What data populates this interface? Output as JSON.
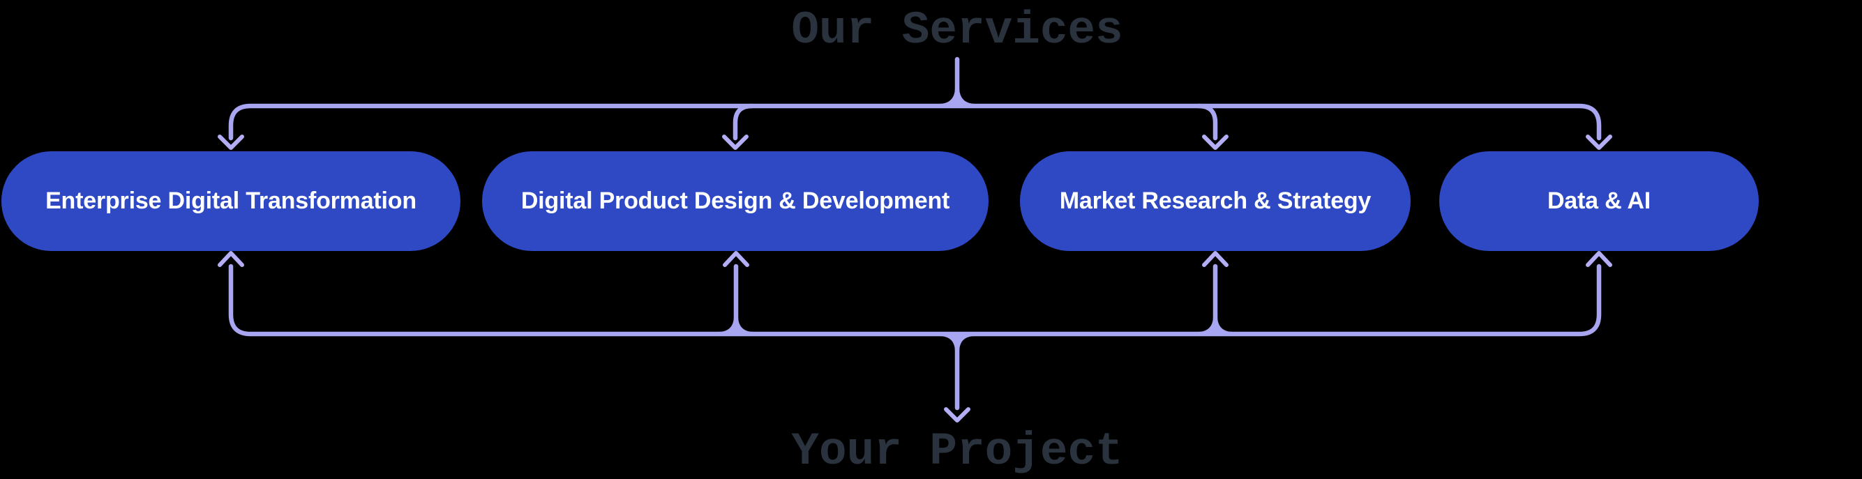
{
  "diagram": {
    "title": "Our Services",
    "footer": "Your Project",
    "services": [
      {
        "label": "Enterprise Digital Transformation"
      },
      {
        "label": "Digital Product Design & Development"
      },
      {
        "label": "Market Research & Strategy"
      },
      {
        "label": "Data & AI"
      }
    ],
    "icons": [
      "arrow-down-icon",
      "arrow-up-icon"
    ],
    "colors": {
      "background": "#000000",
      "pill_fill": "#2f49c5",
      "pill_text": "#ffffff",
      "connector_line": "#a8a5f1",
      "arrowhead": "#b3aef6",
      "heading_text": "#2a323d"
    }
  }
}
